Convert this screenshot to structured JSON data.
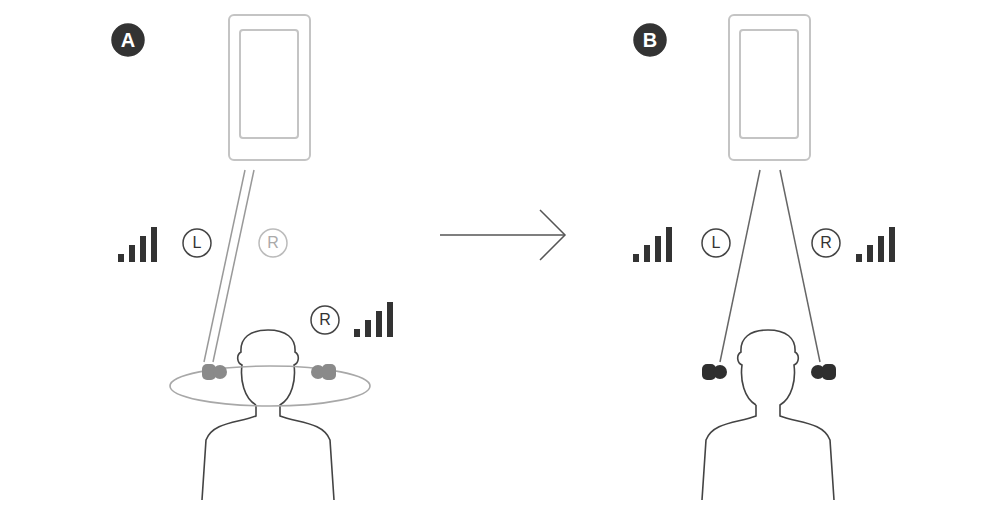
{
  "diagram": {
    "nodes": [
      {
        "text": [
          "A"
        ]
      },
      {
        "text": [
          "L"
        ]
      },
      {
        "text": [
          "R"
        ]
      },
      {
        "text": [
          "R"
        ]
      },
      {
        "text": [
          "B"
        ]
      },
      {
        "text": [
          "L"
        ]
      },
      {
        "text": [
          "R"
        ]
      }
    ]
  }
}
